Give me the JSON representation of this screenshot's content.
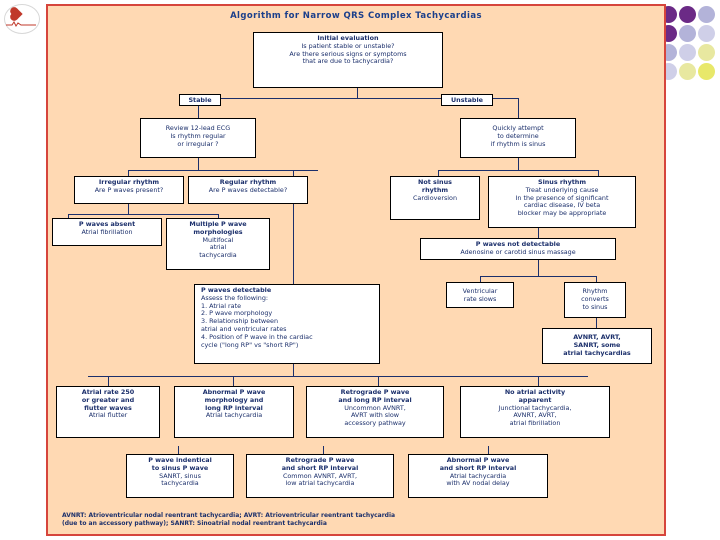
{
  "decor": {
    "logo_name": "heart-ekg-logo",
    "dot_colors": [
      "#6b2a86",
      "#6b2a86",
      "#6b2a86",
      "#6b2a86",
      "#b3b3d9",
      "#6b2a86",
      "#6b2a86",
      "#6b2a86",
      "#b3b3d9",
      "#cfcfe8",
      "#6b2a86",
      "#6b2a86",
      "#b3b3d9",
      "#cfcfe8",
      "#e8e8a0",
      "#6b2a86",
      "#b3b3d9",
      "#cfcfe8",
      "#e8e8a0",
      "#e8e86a"
    ]
  },
  "chart": {
    "title": "Algorithm for Narrow QRS Complex Tachycardias",
    "accent": "#d6453c",
    "background": "#ffd9b3",
    "text_color": "#1b2f6b"
  },
  "nodes": {
    "initial": {
      "head": "Initial evaluation",
      "body": "Is patient stable or unstable?\nAre there serious signs or symptoms\nthat are due to tachycardia?"
    },
    "stable_tag": "Stable",
    "unstable_tag": "Unstable",
    "review_ecg": {
      "head": "",
      "body": "Review 12-lead ECG\nIs rhythm regular\nor irregular ?"
    },
    "cardiovert": {
      "head": "",
      "body": "Quickly attempt\nto determine\nif rhythm is sinus"
    },
    "irregular": {
      "head": "Irregular rhythm",
      "body": "Are P waves present?"
    },
    "regular": {
      "head": "Regular rhythm",
      "body": "Are P waves detectable?"
    },
    "not_sinus": {
      "head": "Not sinus\nrhythm",
      "body": "Cardioversion"
    },
    "sinus": {
      "head": "Sinus rhythm",
      "body": "Treat underlying cause\nIn the presence of significant\ncardiac disease, IV beta\nblocker may be appropriate"
    },
    "p_absent": {
      "head": "P waves absent",
      "body": "Atrial fibrillation"
    },
    "multiple_p": {
      "head": "Multiple P wave\nmorphologies",
      "body": "Multifocal\natrial\ntachycardia"
    },
    "p_not_detectable": {
      "head": "P waves not detectable",
      "body": "Adenosine or carotid sinus massage"
    },
    "rate_slows": {
      "head": "",
      "body": "Ventricular\nrate slows"
    },
    "converts": {
      "head": "",
      "body": "Rhythm\nconverts\nto sinus"
    },
    "p_detectable": {
      "head": "P waves detectable",
      "body": "Assess the following:\n1. Atrial rate\n2. P wave morphology\n3. Relationship between\natrial and ventricular rates\n4. Position of P wave in the cardiac\ncycle (\"long RP\" vs \"short RP\")"
    },
    "avnrt_group": {
      "head": "AVNRT, AVRT,\nSANRT, some\natrial tachycardias",
      "body": ""
    },
    "flutter": {
      "head": "Atrial rate 250\nor greater and\nflutter waves",
      "body": "Atrial flutter"
    },
    "abnormal_long": {
      "head": "Abnormal P wave\nmorphology and\nlong RP interval",
      "body": "Atrial tachycardia"
    },
    "retrograde_long": {
      "head": "Retrograde P wave\nand long RP interval",
      "body": "Uncommon AVNRT,\nAVRT with slow\naccessory pathway"
    },
    "no_atrial": {
      "head": "No atrial activity\napparent",
      "body": "Junctional tachycardia,\nAVNRT, AVRT,\natrial fibrillation"
    },
    "identical_sinus": {
      "head": "P wave indentical\nto sinus P wave",
      "body": "SANRT, sinus\ntachycardia"
    },
    "retrograde_short": {
      "head": "Retrograde P wave\nand short RP interval",
      "body": "Common AVNRT, AVRT,\nlow atrial tachycardia"
    },
    "abnormal_short": {
      "head": "Abnormal P wave\nand short RP interval",
      "body": "Atrial tachycardia\nwith AV nodal delay"
    }
  },
  "footnote": "AVNRT: Atrioventricular nodal reentrant tachycardia; AVRT: Atrioventricular reentrant tachycardia\n(due to an accessory pathway); SANRT: Sinoatrial nodal reentrant tachycardia"
}
